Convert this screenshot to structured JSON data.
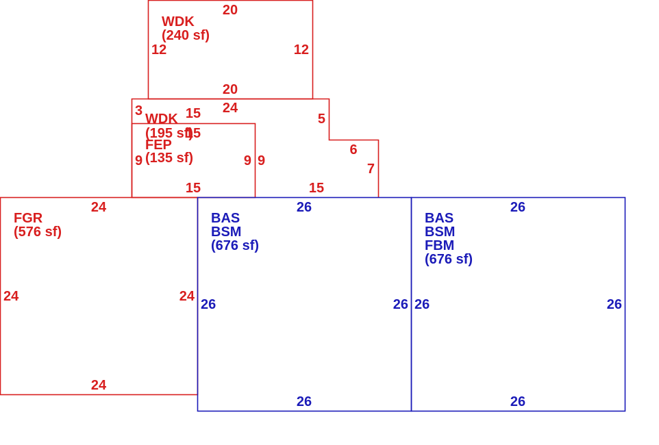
{
  "colors": {
    "red": "#d81e1e",
    "blue": "#1b1bb8"
  },
  "areas": {
    "wdk_top": {
      "code": "WDK",
      "area": "(240 sf)",
      "dim_top": "20",
      "dim_bottom": "20",
      "dim_left": "12",
      "dim_right": "12"
    },
    "wdk_mid": {
      "code": "WDK",
      "area": "(195 sf)",
      "dim_top": "24",
      "dim_left_top": "3",
      "dim_inner_top": "15",
      "dim_right_upper": "5",
      "dim_step": "6",
      "dim_right_lower": "7",
      "dim_bottom": "15",
      "dim_inner_right": "9"
    },
    "fep": {
      "code": "FEP",
      "area": "(135 sf)",
      "dim_top": "15",
      "dim_left": "9",
      "dim_right": "9",
      "dim_bottom": "15"
    },
    "fgr": {
      "code": "FGR",
      "area": "(576 sf)",
      "dim_top": "24",
      "dim_bottom": "24",
      "dim_left": "24",
      "dim_right": "24"
    },
    "bas_left": {
      "line1": "BAS",
      "line2": "BSM",
      "area": "(676 sf)",
      "dim_top": "26",
      "dim_bottom": "26",
      "dim_left": "26",
      "dim_right": "26"
    },
    "bas_right": {
      "line1": "BAS",
      "line2": "BSM",
      "line3": "FBM",
      "area": "(676 sf)",
      "dim_top": "26",
      "dim_bottom": "26",
      "dim_left": "26",
      "dim_right": "26"
    }
  }
}
